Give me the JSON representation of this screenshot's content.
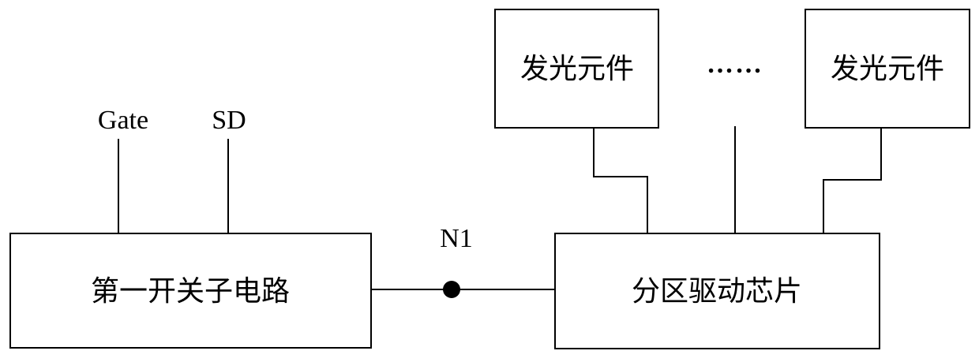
{
  "blocks": {
    "switch_subcircuit": {
      "label": "第一开关子电路"
    },
    "zone_driver_chip": {
      "label": "分区驱动芯片"
    },
    "light_element_1": {
      "label": "发光元件"
    },
    "light_element_n": {
      "label": "发光元件"
    }
  },
  "signals": {
    "gate": "Gate",
    "sd": "SD",
    "node": "N1"
  },
  "ellipsis": "……",
  "colors": {
    "stroke": "#000000",
    "background": "#ffffff"
  }
}
